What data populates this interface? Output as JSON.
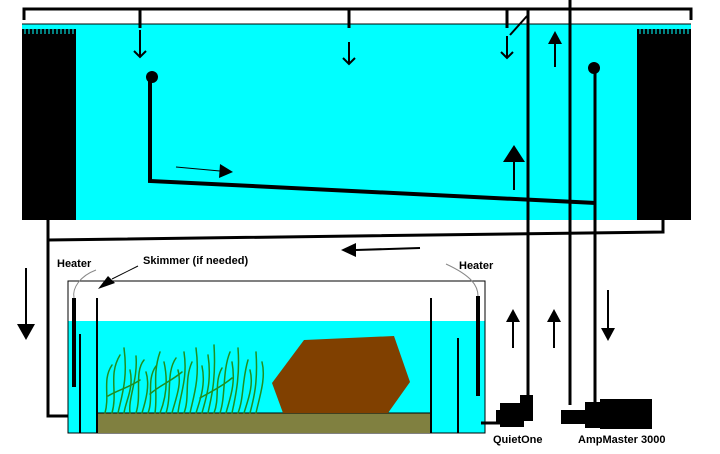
{
  "labels": {
    "heater_left": "Heater",
    "skimmer": "Skimmer (if needed)",
    "heater_right": "Heater",
    "pump_left": "QuietOne",
    "pump_right": "AmpMaster 3000"
  },
  "colors": {
    "water": "#00ffff",
    "black": "#000000",
    "substrate": "#808040",
    "rock": "#804000",
    "plants": "#1f8f1f",
    "background": "#ffffff"
  }
}
